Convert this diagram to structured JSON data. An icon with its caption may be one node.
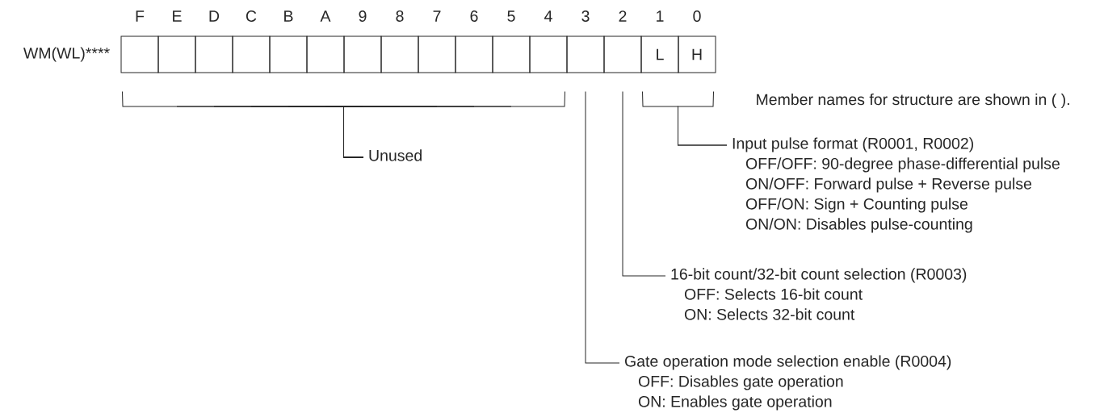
{
  "diagram": {
    "nodes": [
      {
        "text": [],
        "shape": "box"
      },
      {
        "text": [],
        "shape": "box"
      },
      {
        "text": [],
        "shape": "box"
      },
      {
        "text": [],
        "shape": "box"
      },
      {
        "text": [],
        "shape": "box"
      },
      {
        "text": [],
        "shape": "box"
      },
      {
        "text": [],
        "shape": "box"
      },
      {
        "text": [],
        "shape": "box"
      },
      {
        "text": [],
        "shape": "box"
      },
      {
        "text": [],
        "shape": "box"
      },
      {
        "text": [],
        "shape": "box"
      },
      {
        "text": [],
        "shape": "box"
      },
      {
        "text": [],
        "shape": "box"
      },
      {
        "text": [],
        "shape": "box"
      },
      {
        "text": [
          "L"
        ]
      },
      {
        "text": [
          "H"
        ]
      },
      {
        "text": [
          "Unused"
        ]
      },
      {
        "text": [
          "Input pulse format (R0001, R0002)",
          "OFF/OFF: 90-degree phase-differential pulse",
          "ON/OFF: Forward pulse + Reverse pulse",
          "OFF/ON: Sign + Counting pulse",
          "ON/ON: Disables pulse-counting"
        ]
      },
      {
        "text": [
          "16-bit count/32-bit count selection  (R0003)",
          "OFF: Selects 16-bit count",
          "ON: Selects 32-bit count"
        ]
      },
      {
        "text": [
          "Gate operation mode selection enable (R0004)",
          "OFF: Disables gate operation",
          "ON: Enables gate operation"
        ]
      }
    ],
    "edges": [
      {
        "from": 16,
        "to": 0,
        "arrow": "none"
      },
      {
        "from": 16,
        "to": 1,
        "arrow": "none"
      },
      {
        "from": 16,
        "to": 2,
        "arrow": "none"
      },
      {
        "from": 16,
        "to": 3,
        "arrow": "none"
      },
      {
        "from": 16,
        "to": 4,
        "arrow": "none"
      },
      {
        "from": 16,
        "to": 5,
        "arrow": "none"
      },
      {
        "from": 16,
        "to": 6,
        "arrow": "none"
      },
      {
        "from": 16,
        "to": 7,
        "arrow": "none"
      },
      {
        "from": 16,
        "to": 8,
        "arrow": "none"
      },
      {
        "from": 16,
        "to": 9,
        "arrow": "none"
      },
      {
        "from": 16,
        "to": 10,
        "arrow": "none"
      },
      {
        "from": 16,
        "to": 11,
        "arrow": "none"
      },
      {
        "from": 17,
        "to": 14,
        "arrow": "none"
      },
      {
        "from": 17,
        "to": 15,
        "arrow": "none"
      },
      {
        "from": 18,
        "to": 13,
        "arrow": "none"
      },
      {
        "from": 19,
        "to": 12,
        "arrow": "none"
      }
    ],
    "labels": [
      "F",
      "E",
      "D",
      "C",
      "B",
      "A",
      "9",
      "8",
      "7",
      "6",
      "5",
      "4",
      "3",
      "2",
      "1",
      "0",
      "WM(WL)****",
      "Member names for structure are shown in (  )."
    ]
  }
}
